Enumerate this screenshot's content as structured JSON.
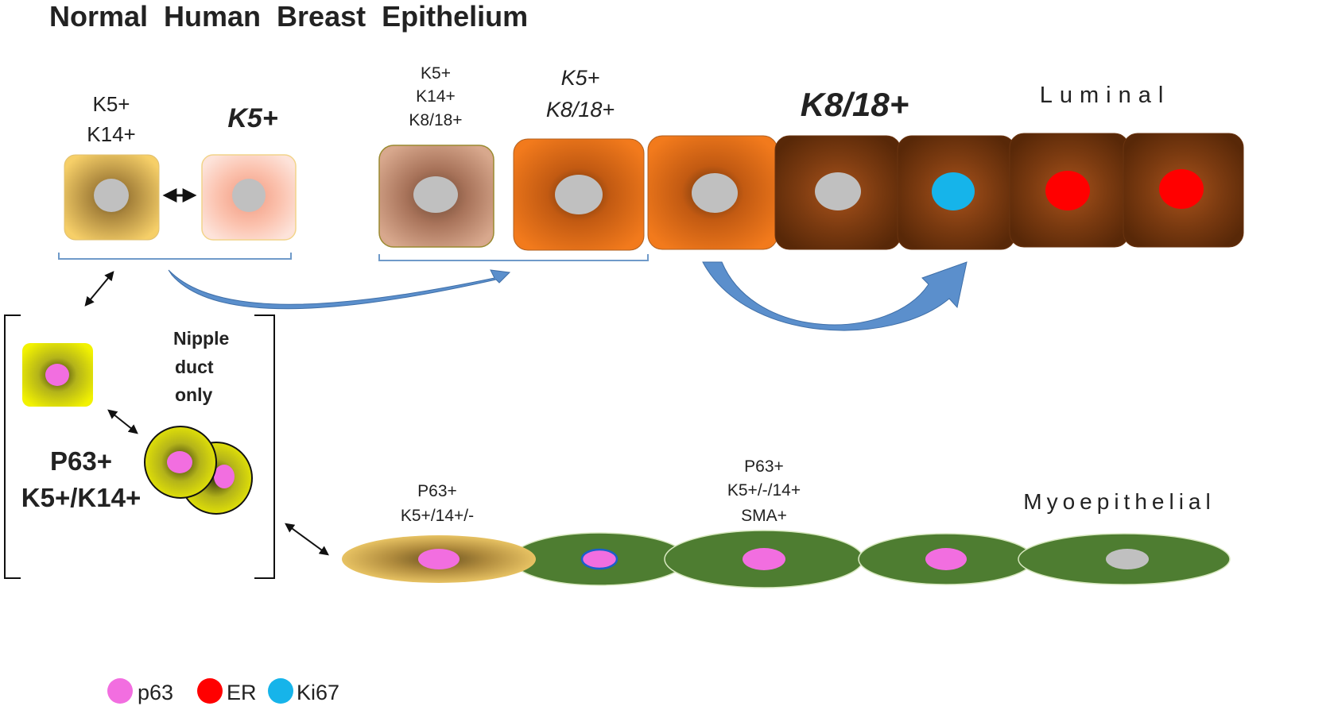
{
  "title": "Normal  Human  Breast  Epithelium",
  "labels": {
    "basal_pair_left": [
      "K5+",
      "K14+"
    ],
    "basal_pair_right": "K5+",
    "intermediate_1": [
      "K5+",
      "K14+",
      "K8/18+"
    ],
    "intermediate_2": [
      "K5+",
      "K8/18+"
    ],
    "luminal_marker": "K8/18+",
    "luminal": "Luminal",
    "nipple": [
      "Nipple",
      "duct",
      "only"
    ],
    "p63_basal": [
      "P63+",
      "K5+/K14+"
    ],
    "myo_1": [
      "P63+",
      "K5+/14+/-"
    ],
    "myo_2": [
      "P63+",
      "K5+/-/14+",
      "SMA+"
    ],
    "myoepithelial": "Myoepithelial"
  },
  "legend": [
    {
      "label": "p63",
      "color": "#f26ee0"
    },
    {
      "label": "ER",
      "color": "#ff0000"
    },
    {
      "label": "Ki67",
      "color": "#16b4ea"
    }
  ],
  "colors": {
    "nucleus_grey": "#c0c0c0",
    "p63": "#f26ee0",
    "er": "#ff0000",
    "ki67": "#16b4ea",
    "arrow_blue": "#5b8fcc",
    "bracket_blue": "#6f9ac9",
    "myo_green": "#4e7d31",
    "basal_yellow": "#f2f200"
  }
}
